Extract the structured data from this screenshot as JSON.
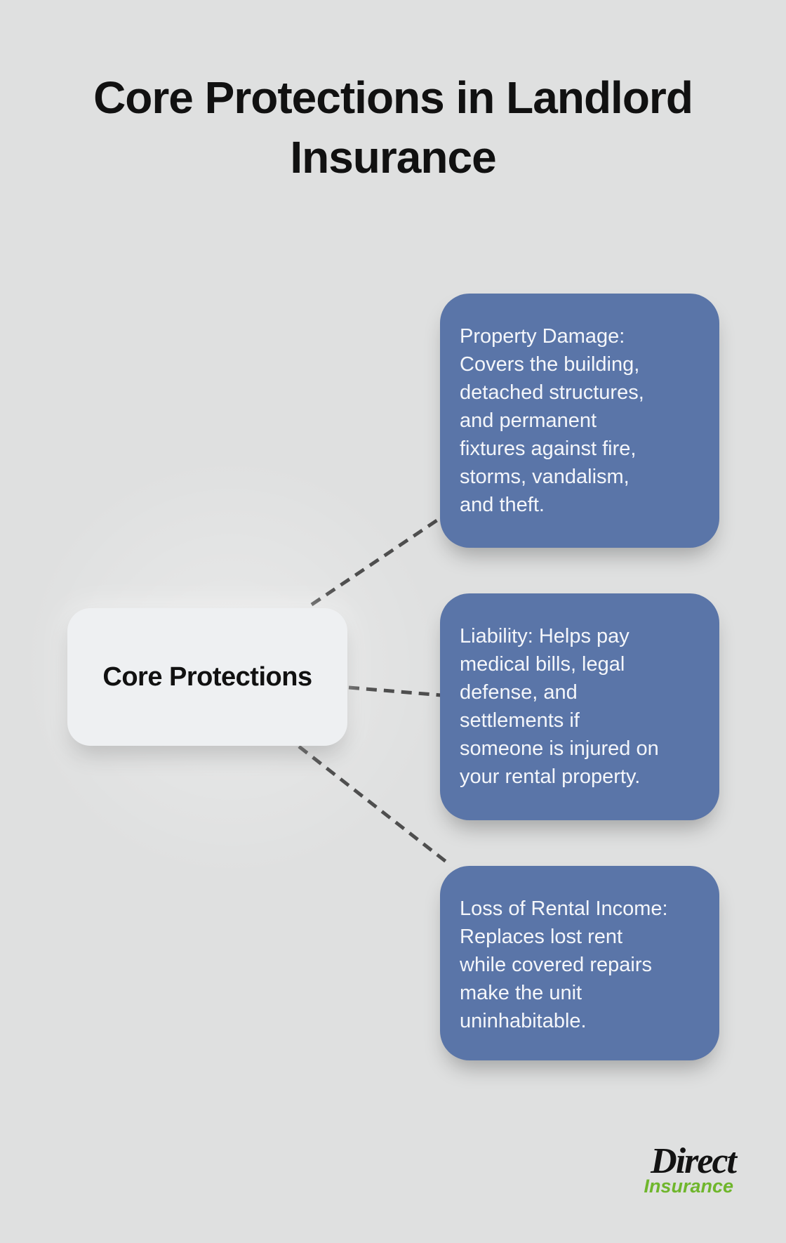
{
  "title": {
    "text": "Core Protections in Landlord\nInsurance"
  },
  "center_node": {
    "label": "Core Protections"
  },
  "branches": [
    {
      "text": "Property Damage:\nCovers the building,\ndetached structures,\nand permanent\nfixtures against fire,\nstorms, vandalism,\nand theft."
    },
    {
      "text": "Liability: Helps pay\nmedical bills, legal\ndefense, and\nsettlements if\nsomeone is injured on\nyour rental property."
    },
    {
      "text": "Loss of Rental Income:\nReplaces lost rent\nwhile covered repairs\nmake the unit\nuninhabitable."
    }
  ],
  "logo": {
    "primary": "Direct",
    "secondary": "Insurance"
  },
  "colors": {
    "background": "#dfe0e0",
    "card_blue": "#5a75a8",
    "card_light": "#eef0f2",
    "text_dark": "#111111",
    "text_light": "#f4f6fa",
    "connector": "#4e4e4e",
    "logo_black": "#131313",
    "logo_green": "#6fb62c"
  }
}
